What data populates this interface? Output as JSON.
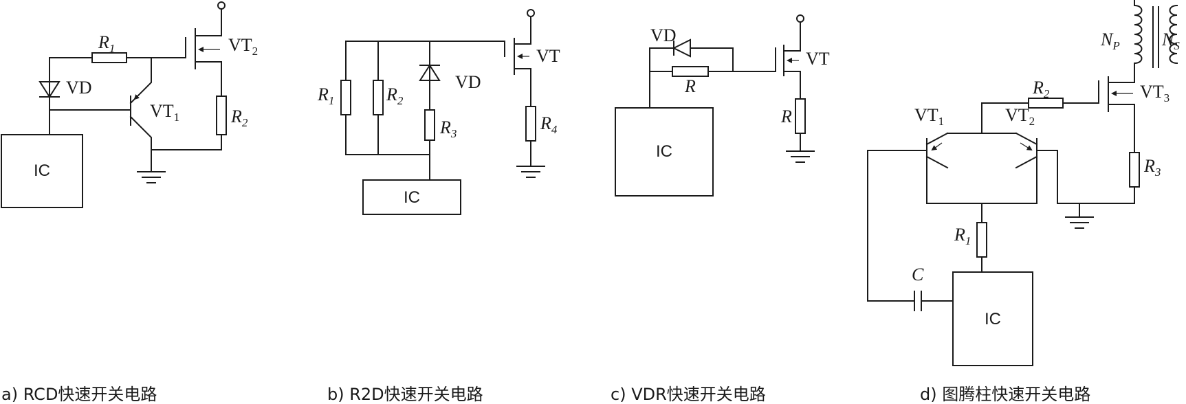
{
  "panels": {
    "a": {
      "caption": "a) RCD快速开关电路",
      "ic": "IC",
      "r1": {
        "main": "R",
        "sub": "1"
      },
      "r2": {
        "main": "R",
        "sub": "2"
      },
      "vd": "VD",
      "vt1": {
        "main": "VT",
        "sub": "1"
      },
      "vt2": {
        "main": "VT",
        "sub": "2"
      }
    },
    "b": {
      "caption": "b) R2D快速开关电路",
      "ic": "IC",
      "r1": {
        "main": "R",
        "sub": "1"
      },
      "r2": {
        "main": "R",
        "sub": "2"
      },
      "r3": {
        "main": "R",
        "sub": "3"
      },
      "r4": {
        "main": "R",
        "sub": "4"
      },
      "vd": "VD",
      "vt": "VT"
    },
    "c": {
      "caption": "c) VDR快速开关电路",
      "ic": "IC",
      "vd": "VD",
      "r_gate": "R",
      "r_source": "R",
      "vt": "VT"
    },
    "d": {
      "caption": "d) 图腾柱快速开关电路",
      "ic": "IC",
      "np": {
        "main": "N",
        "sub": "P"
      },
      "ns": {
        "main": "N",
        "sub": "S"
      },
      "r1": {
        "main": "R",
        "sub": "1"
      },
      "r2": {
        "main": "R",
        "sub": "2"
      },
      "r3": {
        "main": "R",
        "sub": "3"
      },
      "c": "C",
      "vt1": {
        "main": "VT",
        "sub": "1"
      },
      "vt2": {
        "main": "VT",
        "sub": "2"
      },
      "vt3": {
        "main": "VT",
        "sub": "3"
      }
    }
  }
}
